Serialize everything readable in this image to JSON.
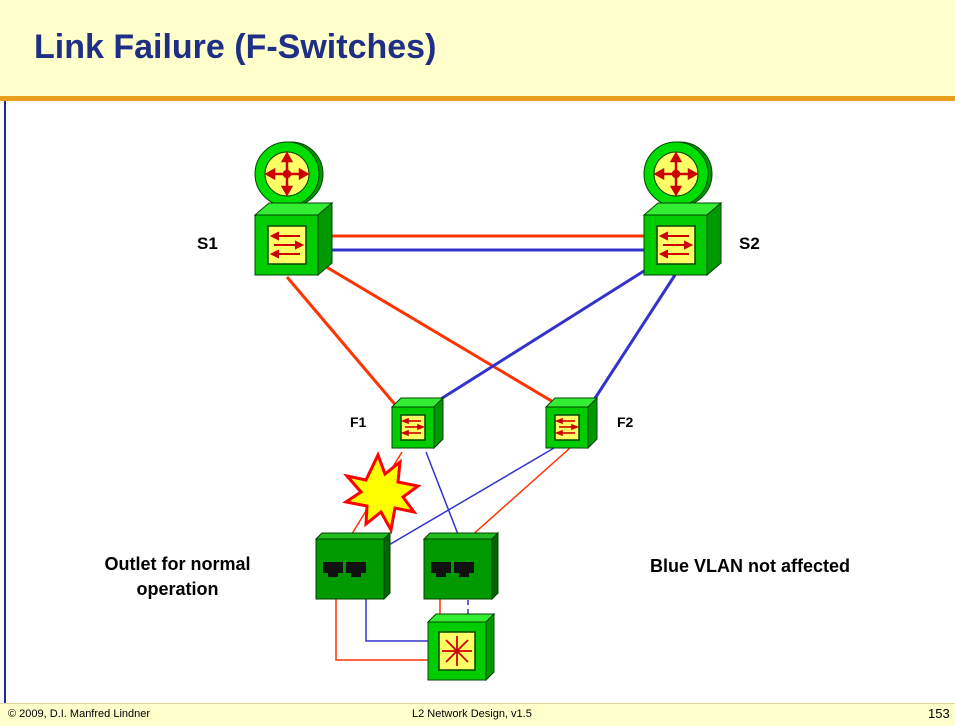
{
  "slide": {
    "title": "Link Failure (F-Switches)",
    "footer_left": "© 2009, D.I. Manfred Lindner",
    "footer_center": "L2 Network Design, v1.5",
    "page_number": "153"
  },
  "nodes": {
    "s1": "S1",
    "s2": "S2",
    "f1": "F1",
    "f2": "F2"
  },
  "annotations": {
    "outlet_line1": "Outlet for normal",
    "outlet_line2": "operation",
    "blue_vlan": "Blue VLAN not affected"
  },
  "colors": {
    "title_text": "#1f2f86",
    "title_background": "#ffffcc",
    "accent_rule": "#e8a01c",
    "red_vlan": "#ff3300",
    "blue_vlan": "#3333cc",
    "device_green": "#00cc00",
    "device_face_yellow": "#ffff66",
    "explosion": "#ffff00"
  },
  "icons": [
    "router-icon",
    "switch-icon",
    "hub-icon",
    "outlet-icon",
    "explosion-icon"
  ]
}
